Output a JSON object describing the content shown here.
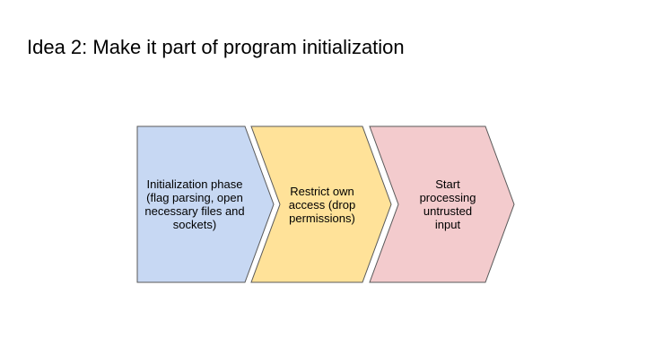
{
  "slide": {
    "title": "Idea 2: Make it part of program initialization",
    "background": "#ffffff"
  },
  "diagram": {
    "type": "process-arrow-chevrons",
    "steps": [
      {
        "label": "Initialization phase\n(flag parsing, open\nnecessary files and\nsockets)",
        "fill": "#c7d8f3",
        "border": "#595959"
      },
      {
        "label": "Restrict own\naccess (drop\npermissions)",
        "fill": "#ffe299",
        "border": "#595959"
      },
      {
        "label": "Start\nprocessing\nuntrusted\ninput",
        "fill": "#f3cbcd",
        "border": "#595959"
      }
    ]
  }
}
